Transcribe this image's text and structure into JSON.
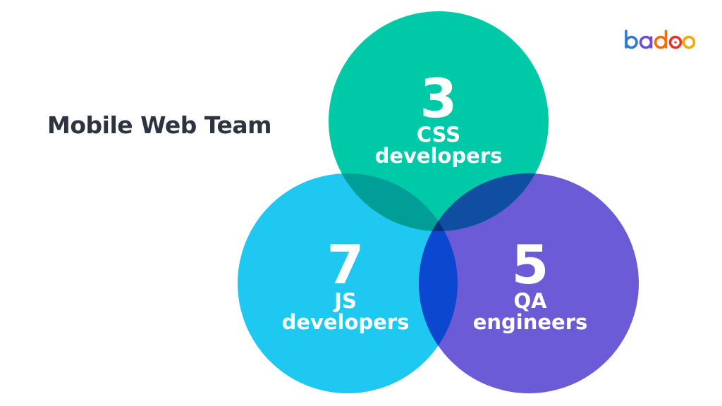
{
  "slide": {
    "title": "Mobile Web Team",
    "logo": {
      "icon": "badoo-logo",
      "letters": [
        "b",
        "a",
        "d",
        "o",
        "o"
      ],
      "colors": [
        "#2c7ad6",
        "#6a4fd6",
        "#ff6a00",
        "#e8302d",
        "#f2a900"
      ]
    }
  },
  "venn": {
    "circles": [
      {
        "id": "css",
        "count": "3",
        "role_line1": "CSS",
        "role_line2": "developers",
        "color": "#00c9a7"
      },
      {
        "id": "js",
        "count": "7",
        "role_line1": "JS",
        "role_line2": "developers",
        "color": "#1ec8f0"
      },
      {
        "id": "qa",
        "count": "5",
        "role_line1": "QA",
        "role_line2": "engineers",
        "color": "#6b5bd6"
      }
    ],
    "overlap_colors": {
      "css_js": "#009e96",
      "css_qa": "#0f4ea0",
      "js_qa": "#0b47cf",
      "center": "#06317e"
    }
  }
}
